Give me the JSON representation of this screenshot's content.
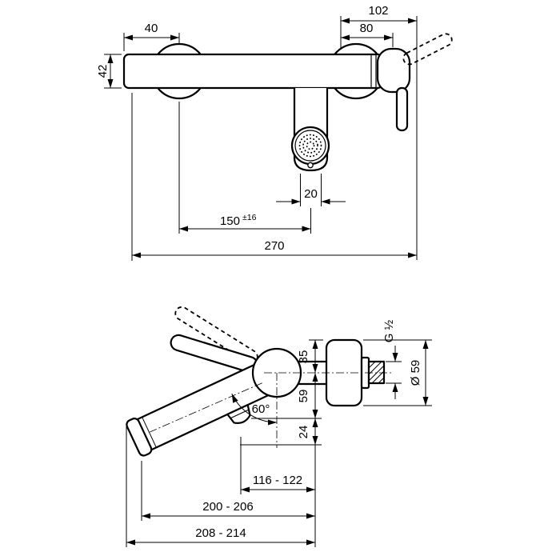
{
  "front_view": {
    "dim_102": "102",
    "dim_40": "40",
    "dim_80": "80",
    "dim_42": "42",
    "dim_20": "20",
    "dim_150": "150",
    "dim_150_tolerance": "±16",
    "dim_270": "270"
  },
  "side_view": {
    "thread_label": "G ½",
    "dim_diameter_59": "Ø 59",
    "dim_35": "35",
    "dim_59": "59",
    "dim_24": "24",
    "angle_60": "60°",
    "dim_116_122": "116 - 122",
    "dim_200_206": "200 - 206",
    "dim_208_214": "208 - 214"
  },
  "colors": {
    "line": "#000000",
    "background": "#ffffff"
  }
}
